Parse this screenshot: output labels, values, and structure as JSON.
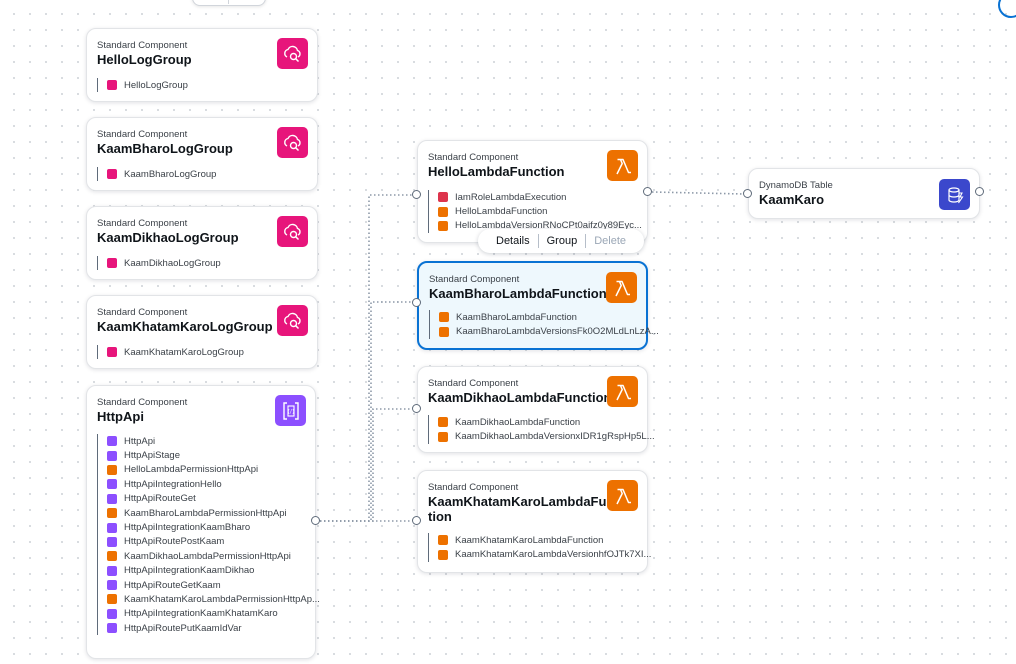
{
  "colors": {
    "cloudwatch": "#e7157b",
    "lambda": "#ed7100",
    "api": "#8c4fff",
    "dynamodb": "#3b48cc",
    "iam": "#dd344c",
    "selection": "#0972d3"
  },
  "nodes": {
    "hello_log_group": {
      "type": "Standard Component",
      "title": "HelloLogGroup",
      "icon": "cloudwatch-icon",
      "resources": [
        {
          "icon": "cloudwatch",
          "label": "HelloLogGroup"
        }
      ]
    },
    "kaambharo_log_group": {
      "type": "Standard Component",
      "title": "KaamBharoLogGroup",
      "icon": "cloudwatch-icon",
      "resources": [
        {
          "icon": "cloudwatch",
          "label": "KaamBharoLogGroup"
        }
      ]
    },
    "kaamdikhao_log_group": {
      "type": "Standard Component",
      "title": "KaamDikhaoLogGroup",
      "icon": "cloudwatch-icon",
      "resources": [
        {
          "icon": "cloudwatch",
          "label": "KaamDikhaoLogGroup"
        }
      ]
    },
    "kaamkhatamkaro_log_group": {
      "type": "Standard Component",
      "title": "KaamKhatamKaroLogGroup",
      "icon": "cloudwatch-icon",
      "resources": [
        {
          "icon": "cloudwatch",
          "label": "KaamKhatamKaroLogGroup"
        }
      ]
    },
    "http_api": {
      "type": "Standard Component",
      "title": "HttpApi",
      "icon": "api-gateway-icon",
      "resources": [
        {
          "icon": "api",
          "label": "HttpApi"
        },
        {
          "icon": "api",
          "label": "HttpApiStage"
        },
        {
          "icon": "lambda",
          "label": "HelloLambdaPermissionHttpApi"
        },
        {
          "icon": "api",
          "label": "HttpApiIntegrationHello"
        },
        {
          "icon": "api",
          "label": "HttpApiRouteGet"
        },
        {
          "icon": "lambda",
          "label": "KaamBharoLambdaPermissionHttpApi"
        },
        {
          "icon": "api",
          "label": "HttpApiIntegrationKaamBharo"
        },
        {
          "icon": "api",
          "label": "HttpApiRoutePostKaam"
        },
        {
          "icon": "lambda",
          "label": "KaamDikhaoLambdaPermissionHttpApi"
        },
        {
          "icon": "api",
          "label": "HttpApiIntegrationKaamDikhao"
        },
        {
          "icon": "api",
          "label": "HttpApiRouteGetKaam"
        },
        {
          "icon": "lambda",
          "label": "KaamKhatamKaroLambdaPermissionHttpAp..."
        },
        {
          "icon": "api",
          "label": "HttpApiIntegrationKaamKhatamKaro"
        },
        {
          "icon": "api",
          "label": "HttpApiRoutePutKaamIdVar"
        }
      ]
    },
    "hello_lambda": {
      "type": "Standard Component",
      "title": "HelloLambdaFunction",
      "icon": "lambda-icon",
      "resources": [
        {
          "icon": "iam",
          "label": "IamRoleLambdaExecution"
        },
        {
          "icon": "lambda",
          "label": "HelloLambdaFunction"
        },
        {
          "icon": "lambda",
          "label": "HelloLambdaVersionRNoCPt0aifz0y89Eyc..."
        }
      ]
    },
    "kaambharo_lambda": {
      "type": "Standard Component",
      "title": "KaamBharoLambdaFunction",
      "icon": "lambda-icon",
      "resources": [
        {
          "icon": "lambda",
          "label": "KaamBharoLambdaFunction"
        },
        {
          "icon": "lambda",
          "label": "KaamBharoLambdaVersionsFk0O2MLdLnLzA..."
        }
      ]
    },
    "kaamdikhao_lambda": {
      "type": "Standard Component",
      "title": "KaamDikhaoLambdaFunction",
      "icon": "lambda-icon",
      "resources": [
        {
          "icon": "lambda",
          "label": "KaamDikhaoLambdaFunction"
        },
        {
          "icon": "lambda",
          "label": "KaamDikhaoLambdaVersionxIDR1gRspHp5L..."
        }
      ]
    },
    "kaamkhatamkaro_lambda": {
      "type": "Standard Component",
      "title": "KaamKhatamKaroLambdaFunc tion",
      "icon": "lambda-icon",
      "resources": [
        {
          "icon": "lambda",
          "label": "KaamKhatamKaroLambdaFunction"
        },
        {
          "icon": "lambda",
          "label": "KaamKhatamKaroLambdaVersionhfOJTk7XI..."
        }
      ]
    },
    "dynamodb_table": {
      "type": "DynamoDB Table",
      "title": "KaamKaro",
      "icon": "dynamodb-icon"
    }
  },
  "toolbar": {
    "details": "Details",
    "group": "Group",
    "delete": "Delete"
  }
}
